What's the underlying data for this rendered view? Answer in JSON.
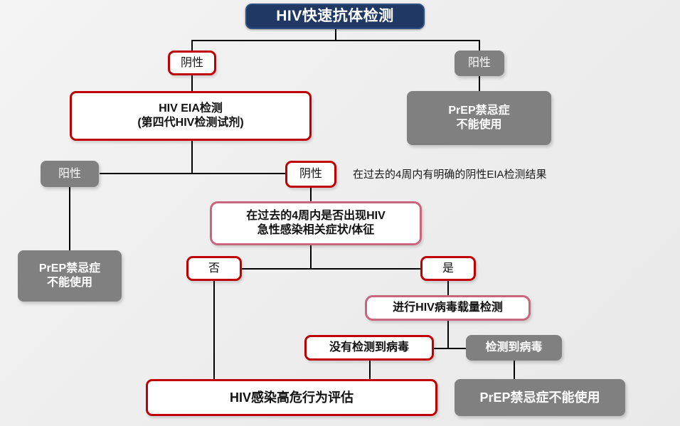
{
  "diagram": {
    "title": "HIV快速抗体检测",
    "annotation": "在过去的4周内有明确的阴性EIA检测结果",
    "nodes": {
      "root": "HIV快速抗体检测",
      "rapid_negative": "阴性",
      "rapid_positive": "阳性",
      "prep_contra_right_l1": "PrEP禁忌症",
      "prep_contra_right_l2": "不能使用",
      "eia_l1": "HIV EIA检测",
      "eia_l2": "(第四代HIV检测试剂)",
      "eia_positive": "阳性",
      "eia_negative": "阴性",
      "prep_contra_left_l1": "PrEP禁忌症",
      "prep_contra_left_l2": "不能使用",
      "symptoms_l1": "在过去的4周内是否出现HIV",
      "symptoms_l2": "急性感染相关症状/体征",
      "answer_no": "否",
      "answer_yes": "是",
      "viral_load": "进行HIV病毒载量检测",
      "virus_not_detected": "没有检测到病毒",
      "virus_detected": "检测到病毒",
      "risk_assessment": "HIV感染高危行为评估",
      "prep_contra_bottom": "PrEP禁忌症不能使用"
    },
    "colors": {
      "title_fill": "#1f3864",
      "red_border": "#c00000",
      "pink_border": "#c9657f",
      "gray_fill": "#808080",
      "line": "#000000",
      "background": "#eeeeee"
    }
  }
}
